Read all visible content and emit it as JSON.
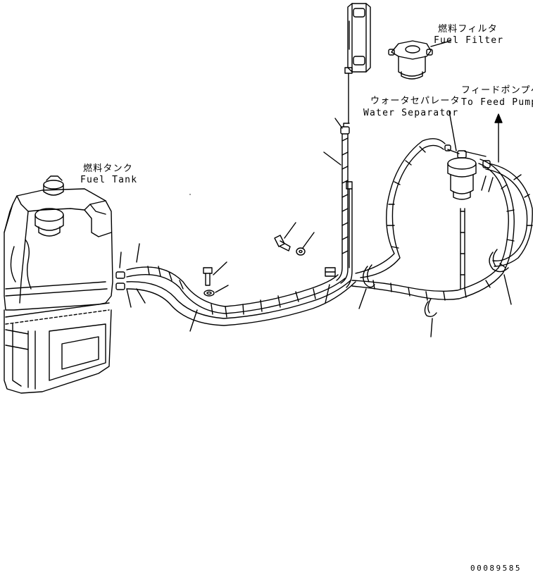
{
  "labels": {
    "fuel_tank_jp": "燃料タンク",
    "fuel_tank_en": "Fuel Tank",
    "fuel_filter_jp": "燃料フィルタ",
    "fuel_filter_en": "Fuel Filter",
    "water_separator_jp": "ウォータセパレータ",
    "water_separator_en": "Water Separator",
    "feed_pump_jp": "フィードポンプへ",
    "feed_pump_en": "To Feed Pump"
  },
  "drawing_number": "00089585",
  "colors": {
    "line": "#000000",
    "background": "#ffffff"
  }
}
